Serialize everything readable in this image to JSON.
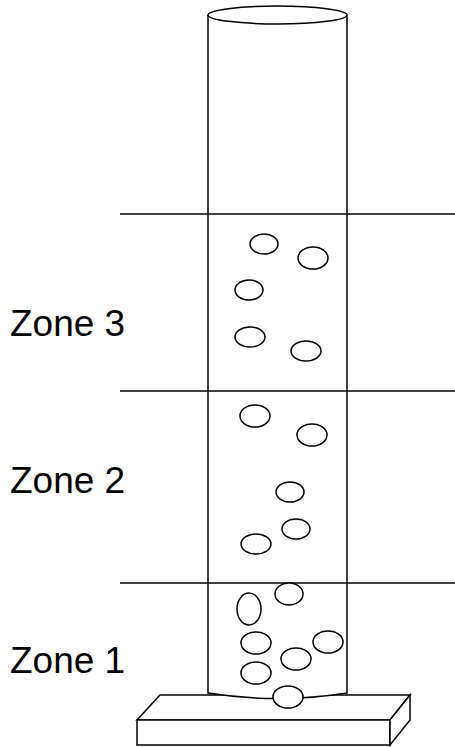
{
  "diagram": {
    "labels": [
      "Zone 3",
      "Zone 2",
      "Zone 1"
    ]
  }
}
